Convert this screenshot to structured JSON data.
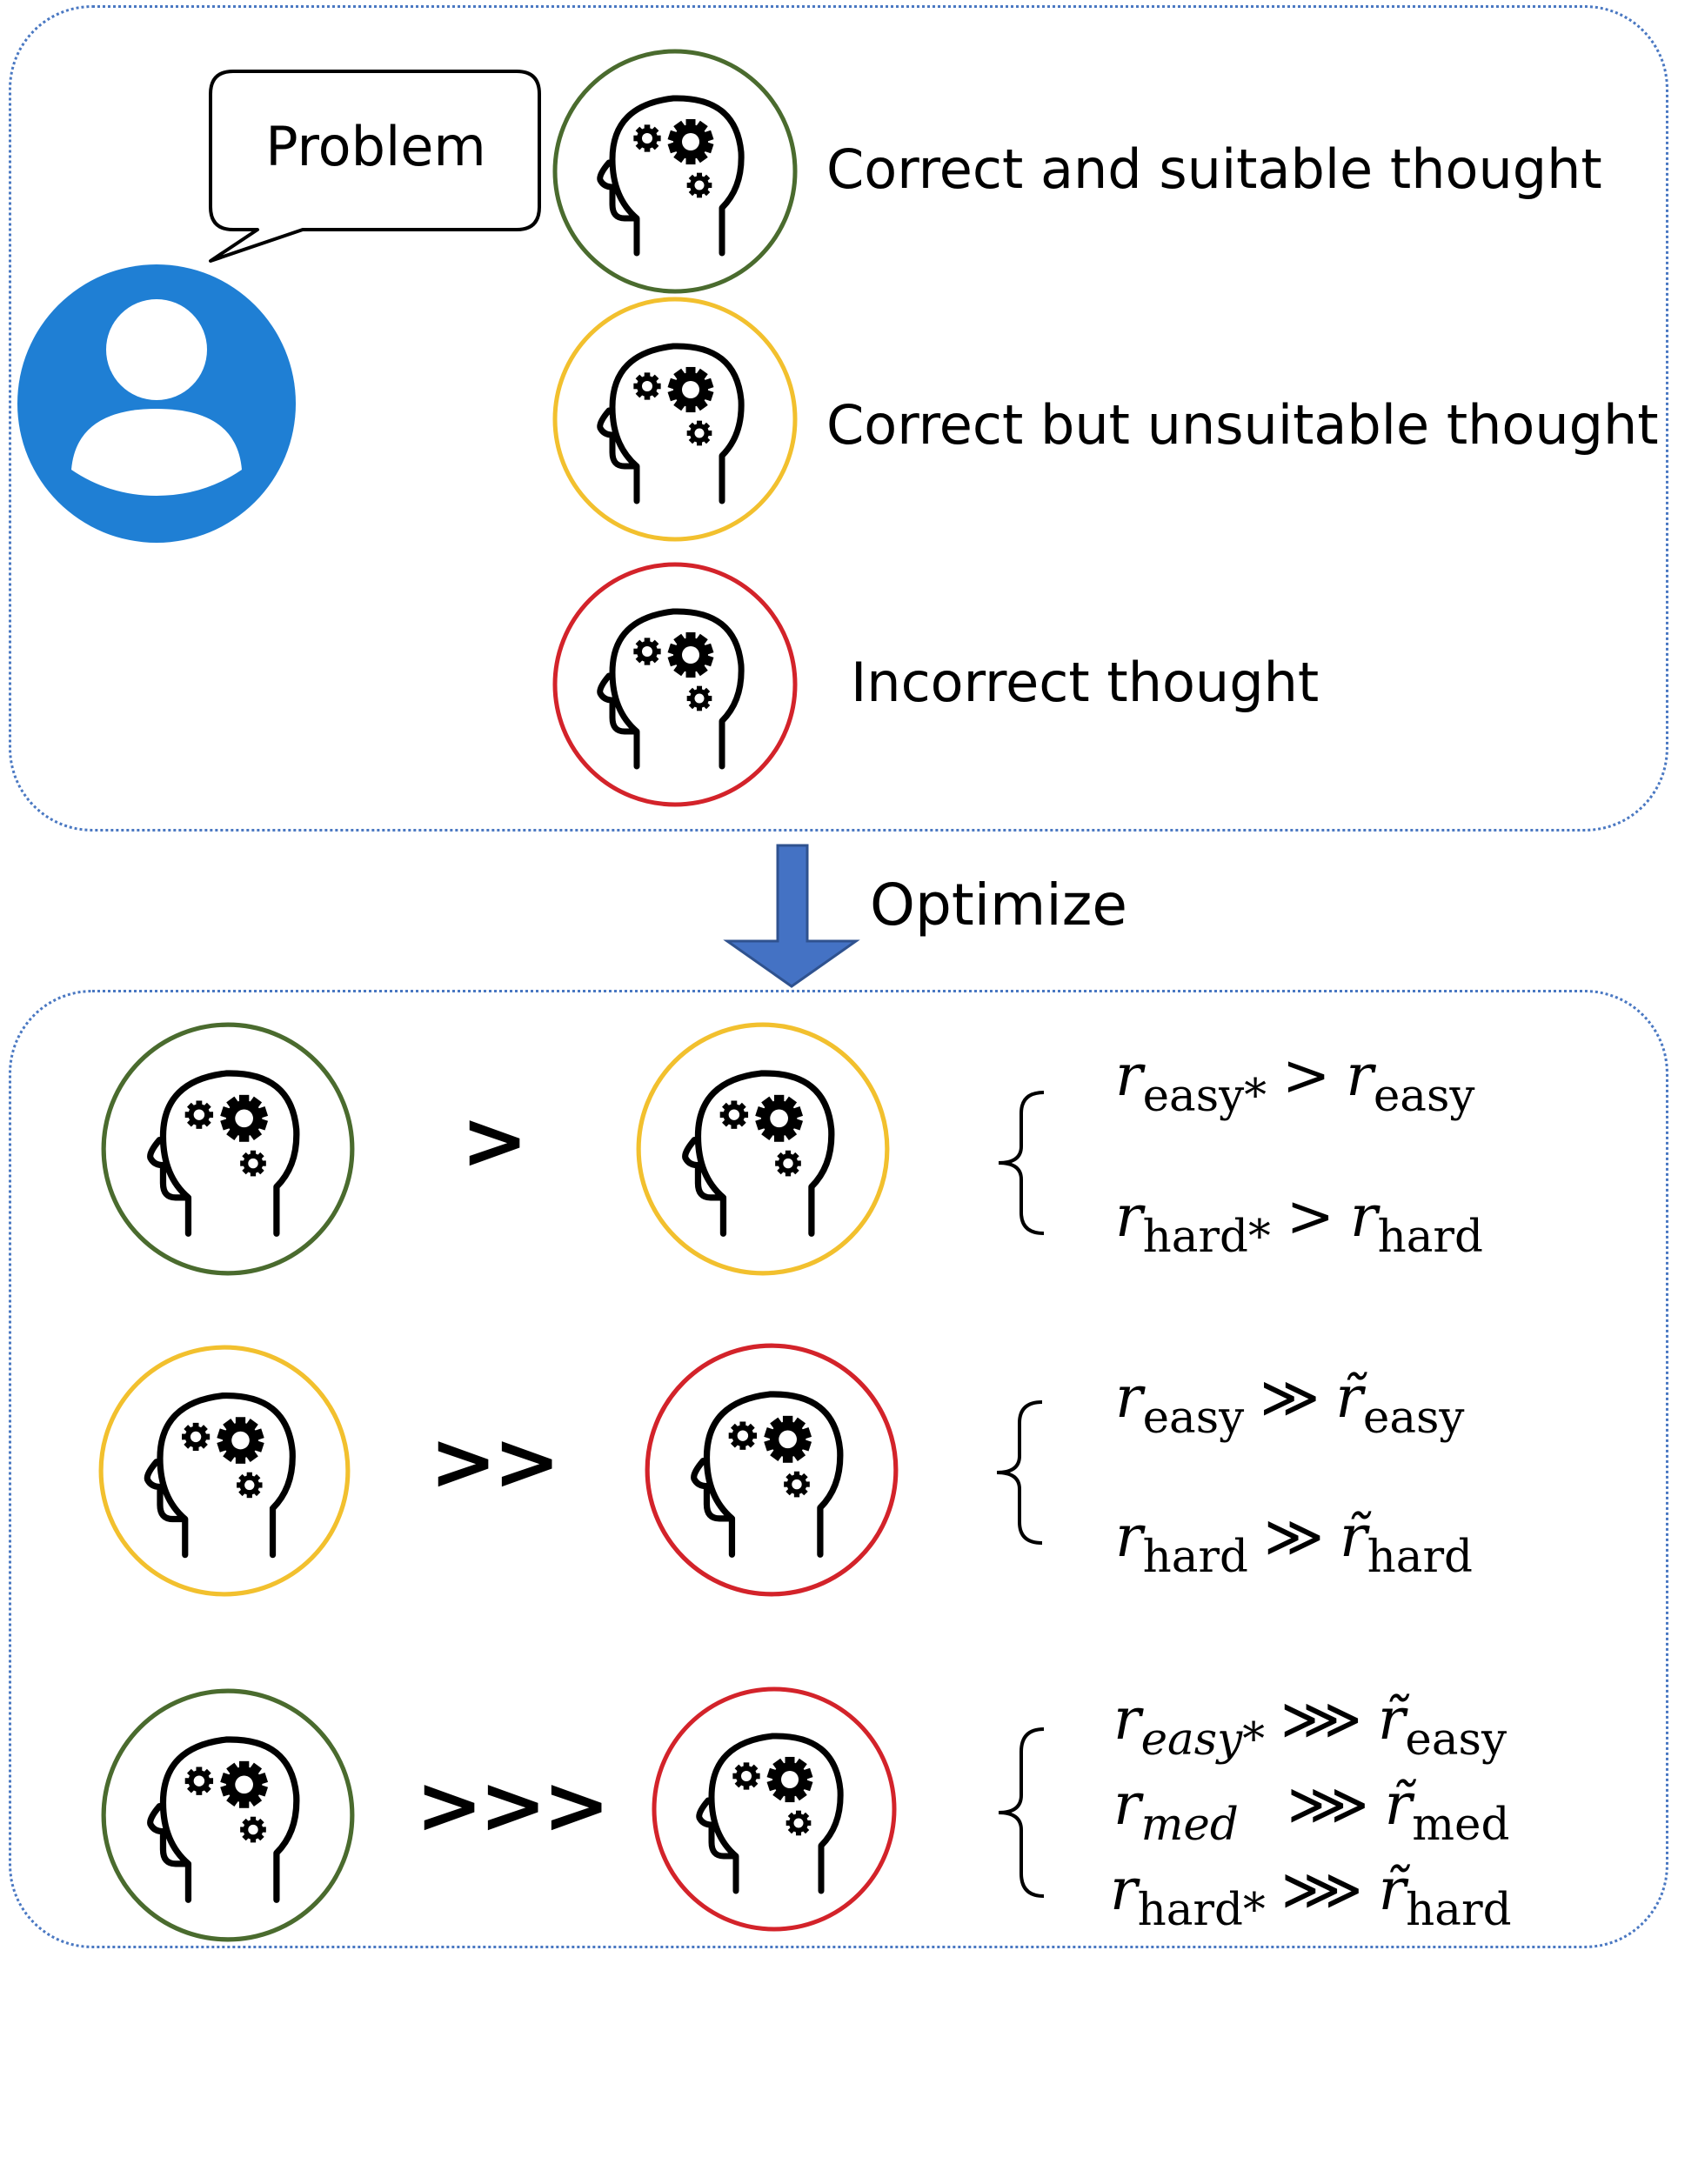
{
  "problem_bubble": {
    "text": "Problem"
  },
  "thought_types": [
    {
      "label": "Correct and suitable thought",
      "ring_color": "#4a6b2e"
    },
    {
      "label": "Correct but unsuitable thought",
      "ring_color": "#f2c02e"
    },
    {
      "label": "Incorrect thought",
      "ring_color": "#d3232a"
    }
  ],
  "optimize_arrow": {
    "label": "Optimize",
    "color": "#4472c4"
  },
  "user_avatar": {
    "color": "#1f7fd4"
  },
  "comparisons": [
    {
      "symbol": ">",
      "left_ring": "#4a6b2e",
      "right_ring": "#f2c02e",
      "relations": [
        {
          "lhs": "r",
          "lhs_sub": "easy*",
          "op": ">",
          "rhs": "r",
          "rhs_sub": "easy"
        },
        {
          "lhs": "r",
          "lhs_sub": "hard*",
          "op": ">",
          "rhs": "r",
          "rhs_sub": "hard"
        }
      ]
    },
    {
      "symbol": ">>",
      "left_ring": "#f2c02e",
      "right_ring": "#d3232a",
      "relations": [
        {
          "lhs": "r",
          "lhs_sub": "easy",
          "op": "≫",
          "rhs": "r̃",
          "rhs_sub": "easy"
        },
        {
          "lhs": "r",
          "lhs_sub": "hard",
          "op": "≫",
          "rhs": "r̃",
          "rhs_sub": "hard"
        }
      ]
    },
    {
      "symbol": ">>>",
      "left_ring": "#4a6b2e",
      "right_ring": "#d3232a",
      "relations": [
        {
          "lhs": "r",
          "lhs_sub": "easy*",
          "op": "⋙",
          "rhs": "r̃",
          "rhs_sub": "easy"
        },
        {
          "lhs": "r",
          "lhs_sub": "med",
          "op": "⋙",
          "rhs": "r̃",
          "rhs_sub": "med"
        },
        {
          "lhs": "r",
          "lhs_sub": "hard*",
          "op": "⋙",
          "rhs": "r̃",
          "rhs_sub": "hard"
        }
      ]
    }
  ]
}
